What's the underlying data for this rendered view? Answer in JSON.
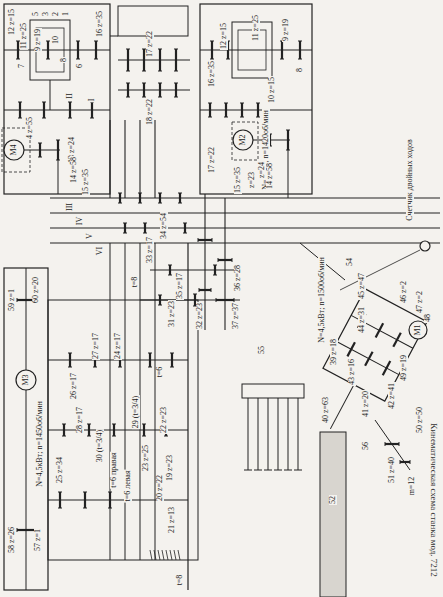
{
  "diagram": {
    "caption": "Кинематическая схема станка мод. 7212",
    "labels": [
      "12 z=15",
      "11 z=25",
      "9 z=19",
      "10",
      "8",
      "5",
      "3",
      "2",
      "1",
      "7",
      "6",
      "4 z=55",
      "M4",
      "13 z=24",
      "14 z=58",
      "15 z=35",
      "16 z=35",
      "II",
      "17 z=22",
      "18 z=22",
      "III",
      "IV",
      "V",
      "VI",
      "I",
      "16 z=35",
      "12 z=15",
      "11 z=25",
      "9 z=19",
      "10 z=15",
      "8",
      "17 z=22",
      "M2",
      "N=4кВт; n=1420об/мин",
      "14 z=58",
      "15 z=35",
      "z=23",
      "z=24",
      "34 z=54",
      "33 z=17",
      "36 z=28",
      "37 z=37",
      "32 z=23",
      "31 z=23",
      "35 z=17",
      "t=8",
      "45 z=47",
      "46 z=2",
      "47 z=2",
      "48",
      "49 z=19",
      "44 z=31",
      "43 z=16",
      "39 z=18",
      "40 z=63",
      "41 z=20",
      "42 z=41",
      "M1",
      "N=4,5кВт; n=1500об/мин",
      "50 z=50",
      "51 z=40",
      "m=12",
      "54",
      "55",
      "56",
      "Счетчик двойных ходов",
      "52",
      "M3",
      "N=4,5кВт; n=1450об/мин",
      "60 z=20",
      "59 z=1",
      "58 z=26",
      "57 z=1",
      "25 z=34",
      "26 z=17",
      "24 z=17",
      "27 z=17",
      "28 z=17",
      "29 (t=3/4)",
      "30 (t=3/4)",
      "t=6 правая",
      "t=6 левая",
      "22 z=23",
      "23 z=25",
      "19 z=23",
      "20 z=22",
      "21 z=13",
      "t=6",
      "t=8"
    ]
  }
}
